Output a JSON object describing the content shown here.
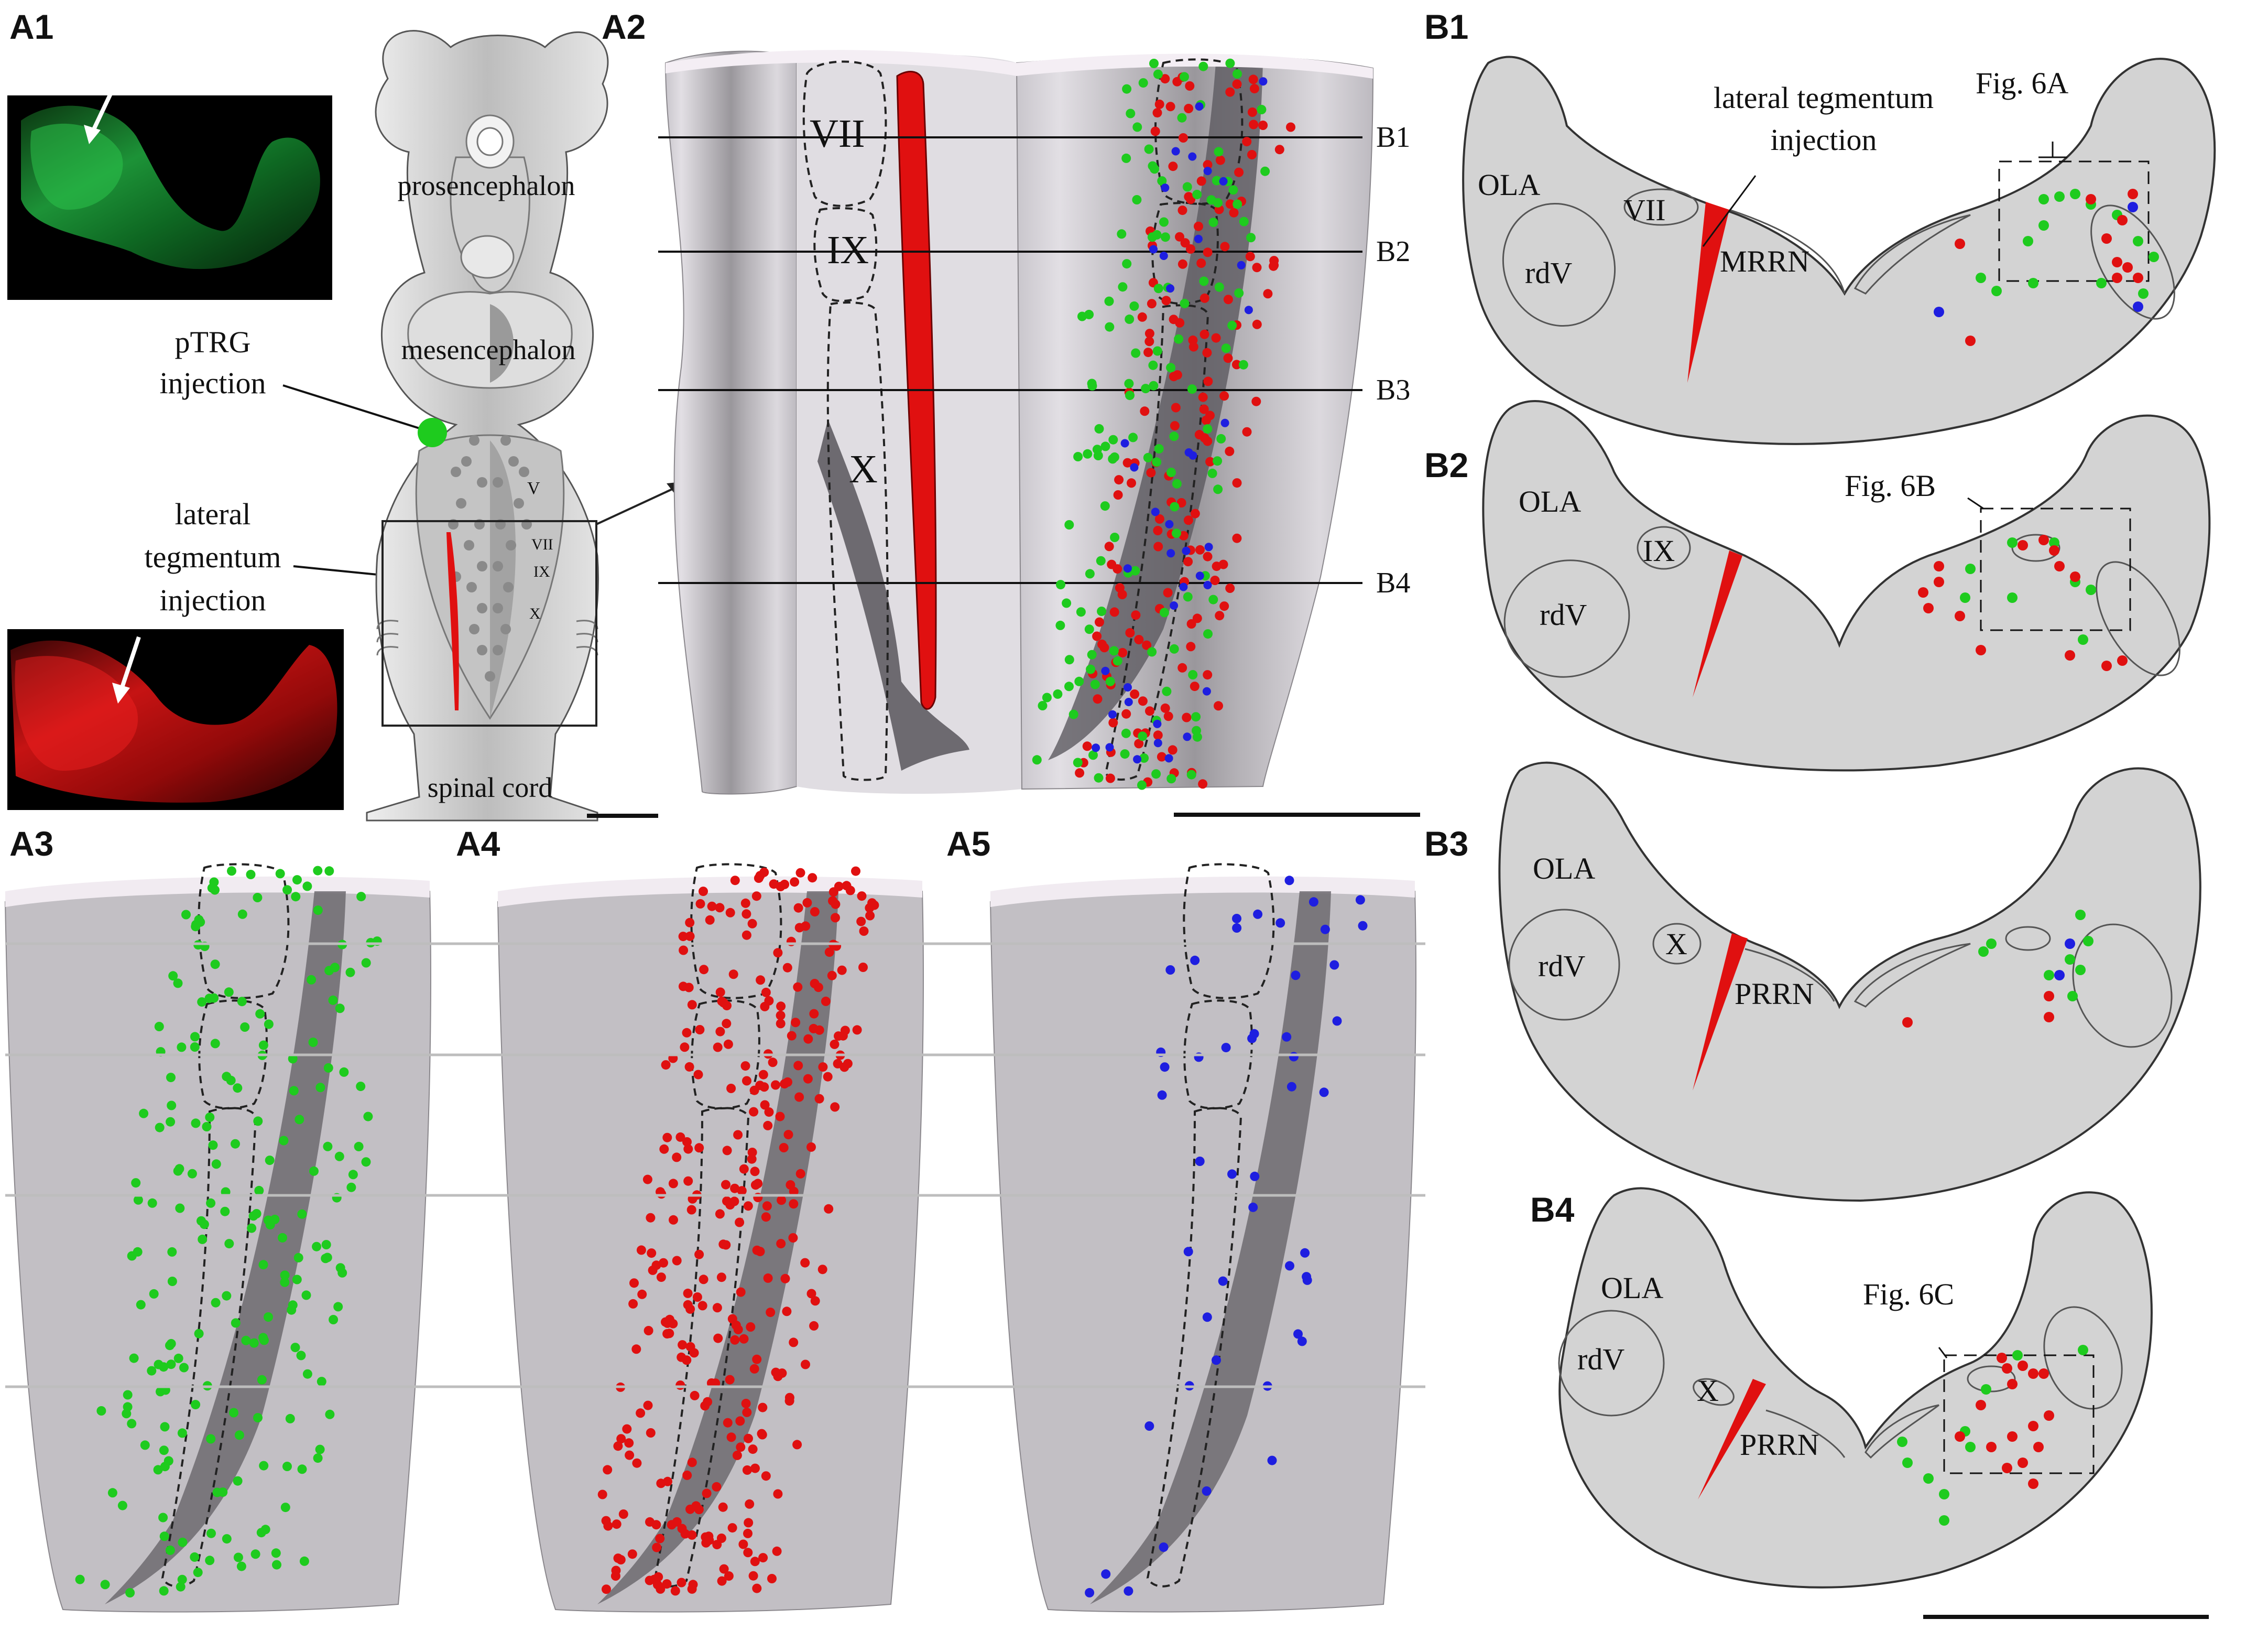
{
  "panels": {
    "a1": "A1",
    "a2": "A2",
    "a3": "A3",
    "a4": "A4",
    "a5": "A5",
    "b1": "B1",
    "b2": "B2",
    "b3": "B3",
    "b4": "B4"
  },
  "a1": {
    "ptrg_injection": [
      "pTRG",
      "injection"
    ],
    "lateral_injection": [
      "lateral",
      "tegmentum",
      "injection"
    ]
  },
  "brain": {
    "prosencephalon": "prosencephalon",
    "mesencephalon": "mesencephalon",
    "spinal_cord": "spinal cord",
    "v": "V",
    "vii": "VII",
    "ix": "IX",
    "x": "X"
  },
  "a2": {
    "vii": "VII",
    "ix": "IX",
    "x": "X",
    "levels": [
      "B1",
      "B2",
      "B3",
      "B4"
    ]
  },
  "b1": {
    "injection_label": [
      "lateral tegmentum",
      "injection"
    ],
    "fig_ref": "Fig. 6A",
    "ola": "OLA",
    "rdv": "rdV",
    "nerve": "VII",
    "region": "MRRN"
  },
  "b2": {
    "fig_ref": "Fig. 6B",
    "ola": "OLA",
    "rdv": "rdV",
    "nerve": "IX"
  },
  "b3": {
    "ola": "OLA",
    "rdv": "rdV",
    "nerve": "X",
    "region": "PRRN"
  },
  "b4": {
    "fig_ref": "Fig. 6C",
    "ola": "OLA",
    "rdv": "rdV",
    "nerve": "X",
    "region": "PRRN"
  },
  "colors": {
    "green_cells": "#1ecb1e",
    "red_cells": "#e01010",
    "blue_cells": "#1e1ee0",
    "section_fill": "#d3d3d3",
    "injection_red": "#e01010"
  }
}
